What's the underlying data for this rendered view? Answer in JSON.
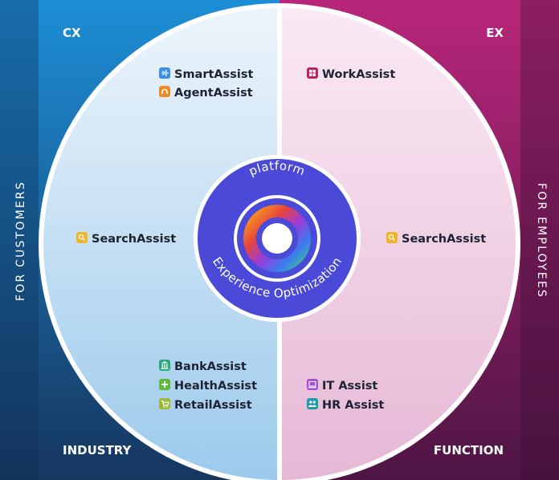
{
  "side_labels": {
    "left": "FOR CUSTOMERS",
    "right": "FOR EMPLOYEES"
  },
  "quadrants": {
    "top_left": "CX",
    "top_right": "EX",
    "bottom_left": "INDUSTRY",
    "bottom_right": "FUNCTION"
  },
  "hub": {
    "top": "platform",
    "bottom": "Experience Optimization"
  },
  "items": {
    "smart": {
      "label": "SmartAssist",
      "icon": "waveform-icon",
      "color": "#3b8ee8"
    },
    "agent": {
      "label": "AgentAssist",
      "icon": "headset-icon",
      "color": "#f08a24"
    },
    "work": {
      "label": "WorkAssist",
      "icon": "grid-icon",
      "color": "#c0235f"
    },
    "search_cx": {
      "label": "SearchAssist",
      "icon": "search-icon",
      "color": "#f0b428"
    },
    "search_ex": {
      "label": "SearchAssist",
      "icon": "search-icon",
      "color": "#f0b428"
    },
    "bank": {
      "label": "BankAssist",
      "icon": "bank-icon",
      "color": "#27a878"
    },
    "health": {
      "label": "HealthAssist",
      "icon": "plus-icon",
      "color": "#5cbb3c"
    },
    "retail": {
      "label": "RetailAssist",
      "icon": "cart-icon",
      "color": "#9cb63a"
    },
    "it": {
      "label": "IT Assist",
      "icon": "laptop-icon",
      "color": "#a64dd6"
    },
    "hr": {
      "label": "HR Assist",
      "icon": "people-icon",
      "color": "#1f9aa8"
    }
  }
}
